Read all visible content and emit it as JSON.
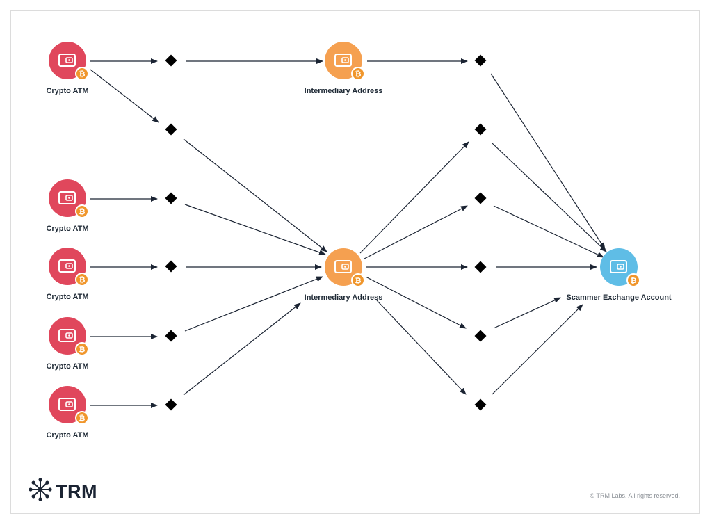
{
  "colors": {
    "atm": "#e0475c",
    "intermediary": "#f5a050",
    "exchange": "#5fbde6",
    "btc_badge": "#f0962c",
    "edge": "#1b2433",
    "junction": "#000000"
  },
  "icons": {
    "wallet": "wallet-icon",
    "badge": "bitcoin-badge-icon",
    "logo": "trm-network-logo-icon"
  },
  "nodes": [
    {
      "id": "atm-1",
      "type": "atm",
      "label": "Crypto ATM"
    },
    {
      "id": "atm-2",
      "type": "atm",
      "label": "Crypto ATM"
    },
    {
      "id": "atm-3",
      "type": "atm",
      "label": "Crypto ATM"
    },
    {
      "id": "atm-4",
      "type": "atm",
      "label": "Crypto ATM"
    },
    {
      "id": "atm-5",
      "type": "atm",
      "label": "Crypto ATM"
    },
    {
      "id": "intermediary-top",
      "type": "intermediary",
      "label": "Intermediary Address"
    },
    {
      "id": "intermediary-center",
      "type": "intermediary",
      "label": "Intermediary Address"
    },
    {
      "id": "exchange",
      "type": "exchange",
      "label": "Scammer Exchange Account"
    }
  ],
  "footer": {
    "logo_text": "TRM",
    "copyright": "© TRM Labs. All rights reserved."
  }
}
